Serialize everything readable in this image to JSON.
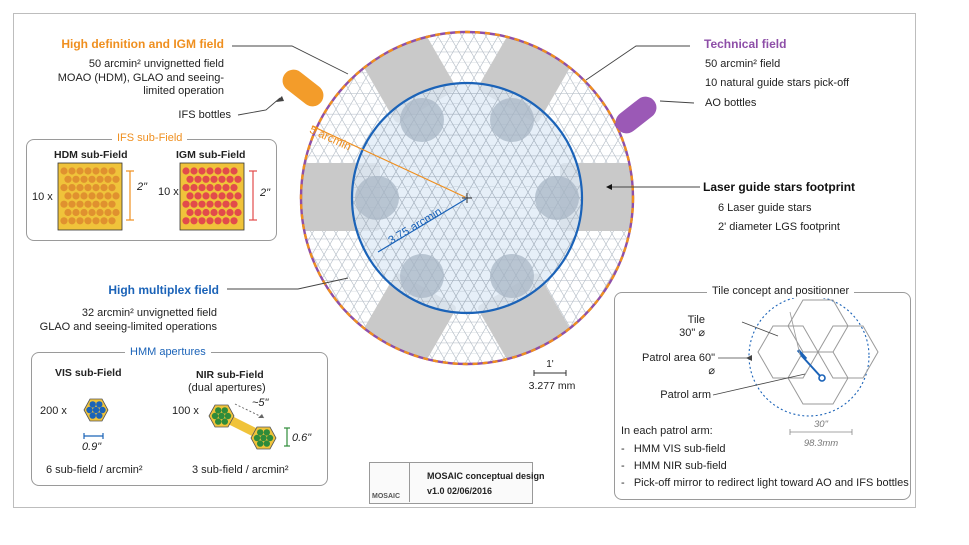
{
  "hd_field": {
    "title": "High definition and IGM  field",
    "line1": "50 arcmin² unvignetted field",
    "line2": "MOAO (HDM), GLAO and seeing-",
    "line3": "limited operation",
    "bottles": "IFS bottles"
  },
  "ifs_panel": {
    "title": "IFS sub-Field",
    "hdm_label": "HDM sub-Field",
    "igm_label": "IGM sub-Field",
    "hdm_count": "10 x",
    "igm_count": "10 x",
    "hdm_size": "2\"",
    "igm_size": "2\""
  },
  "hm_field": {
    "title": "High multiplex field",
    "line1": "32 arcmin² unvignetted field",
    "line2": "GLAO and seeing-limited operations"
  },
  "hmm_panel": {
    "title": "HMM apertures",
    "vis_label": "VIS sub-Field",
    "vis_count": "200 x",
    "vis_size": "0.9\"",
    "vis_density": "6 sub-field / arcmin²",
    "nir_label": "NIR sub-Field",
    "nir_sub": "(dual apertures)",
    "nir_count": "100 x",
    "nir_sep": "~5\"",
    "nir_size": "0.6\"",
    "nir_density": "3 sub-field / arcmin²"
  },
  "tech_field": {
    "title": "Technical field",
    "line1": "50 arcmin² field",
    "line2": "10 natural guide stars pick-off",
    "bottles": "AO bottles"
  },
  "lgs": {
    "title": "Laser guide stars footprint",
    "line1": "6 Laser guide stars",
    "line2": "2' diameter LGS footprint"
  },
  "focal_plane": {
    "radius_outer": "5 arcmin",
    "radius_inner": "3.75 arcmin",
    "scale_arcsec": "1'",
    "scale_mm": "3.277 mm"
  },
  "tile_panel": {
    "title": "Tile concept and positionner",
    "tile_label": "Tile",
    "tile_size": "30\" ⌀",
    "patrol_area": "Patrol area 60\"",
    "patrol_area_sym": "⌀",
    "patrol_arm": "Patrol arm",
    "scale_arcsec": "30\"",
    "scale_mm": "98.3mm",
    "intro": "In each patrol arm:",
    "items": [
      "HMM VIS sub-field",
      "HMM NIR sub-field",
      "Pick-off mirror to redirect light toward AO and IFS bottles"
    ]
  },
  "titleblock": {
    "title": "MOSAIC conceptual design",
    "version": "v1.0   02/06/2016",
    "logo": "MOSAIC"
  },
  "colors": {
    "orange": "#ef8f1f",
    "purple": "#8e4fa8",
    "blue": "#1b63b8",
    "grey_arm": "#c8c8c8",
    "hdm_fill": "#e2a437",
    "igm_fill": "#e24b4b",
    "hmm_green": "#2e8b3a"
  }
}
